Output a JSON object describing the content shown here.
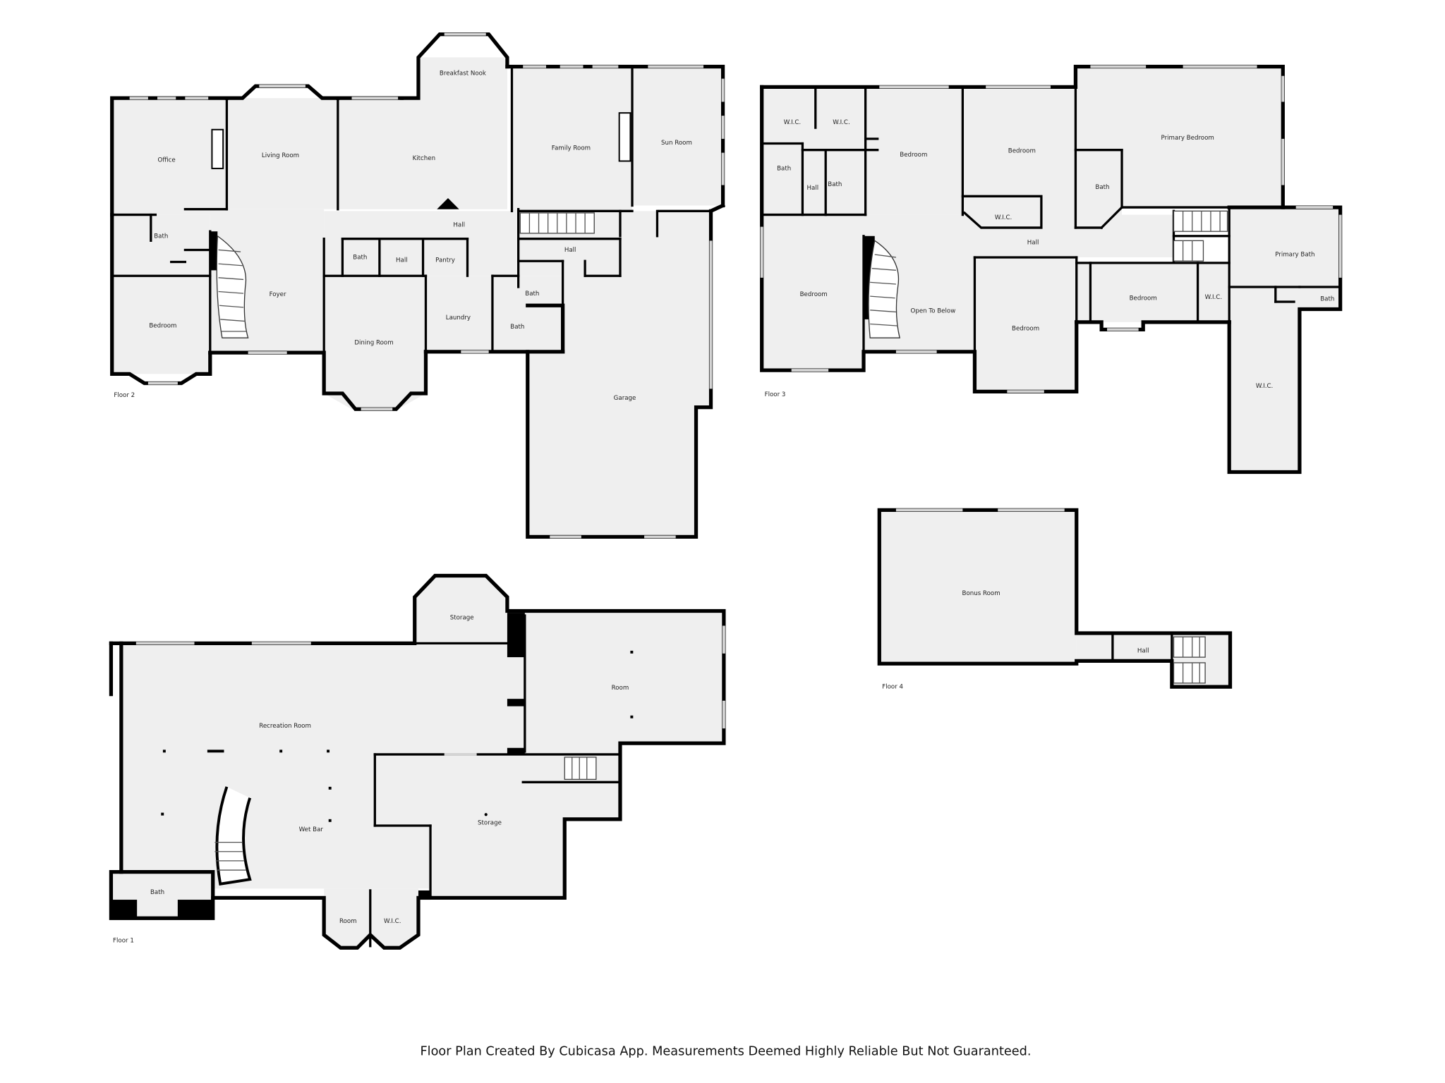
{
  "floors": {
    "floor1": {
      "label": "Floor 1",
      "rooms": {
        "recreation_room": "Recreation Room",
        "storage_top": "Storage",
        "room_right": "Room",
        "storage_main": "Storage",
        "wet_bar": "Wet Bar",
        "bath": "Bath",
        "room_small": "Room",
        "wic": "W.I.C."
      }
    },
    "floor2": {
      "label": "Floor 2",
      "rooms": {
        "office": "Office",
        "living_room": "Living Room",
        "kitchen": "Kitchen",
        "breakfast_nook": "Breakfast Nook",
        "family_room": "Family Room",
        "sun_room": "Sun Room",
        "bath_left": "Bath",
        "bedroom": "Bedroom",
        "foyer": "Foyer",
        "hall_top": "Hall",
        "bath_mid": "Bath",
        "hall_mid": "Hall",
        "pantry": "Pantry",
        "hall_right": "Hall",
        "dining_room": "Dining Room",
        "laundry": "Laundry",
        "bath_small": "Bath",
        "bath_right": "Bath",
        "garage": "Garage"
      }
    },
    "floor3": {
      "label": "Floor 3",
      "rooms": {
        "wic_1": "W.I.C.",
        "wic_2": "W.I.C.",
        "bath_1": "Bath",
        "hall_1": "Hall",
        "bath_2": "Bath",
        "bedroom_1": "Bedroom",
        "bedroom_2": "Bedroom",
        "wic_3": "W.I.C.",
        "primary_bedroom": "Primary Bedroom",
        "bath_3": "Bath",
        "primary_bath": "Primary Bath",
        "bath_4": "Bath",
        "hall_2": "Hall",
        "bedroom_3": "Bedroom",
        "open_to_below": "Open To Below",
        "bedroom_4": "Bedroom",
        "bedroom_5": "Bedroom",
        "wic_4": "W.I.C.",
        "wic_5": "W.I.C."
      }
    },
    "floor4": {
      "label": "Floor 4",
      "rooms": {
        "bonus_room": "Bonus Room",
        "hall": "Hall"
      }
    }
  },
  "footer": {
    "credit": "Floor Plan Created By Cubicasa App. Measurements Deemed Highly Reliable But Not Guaranteed."
  }
}
